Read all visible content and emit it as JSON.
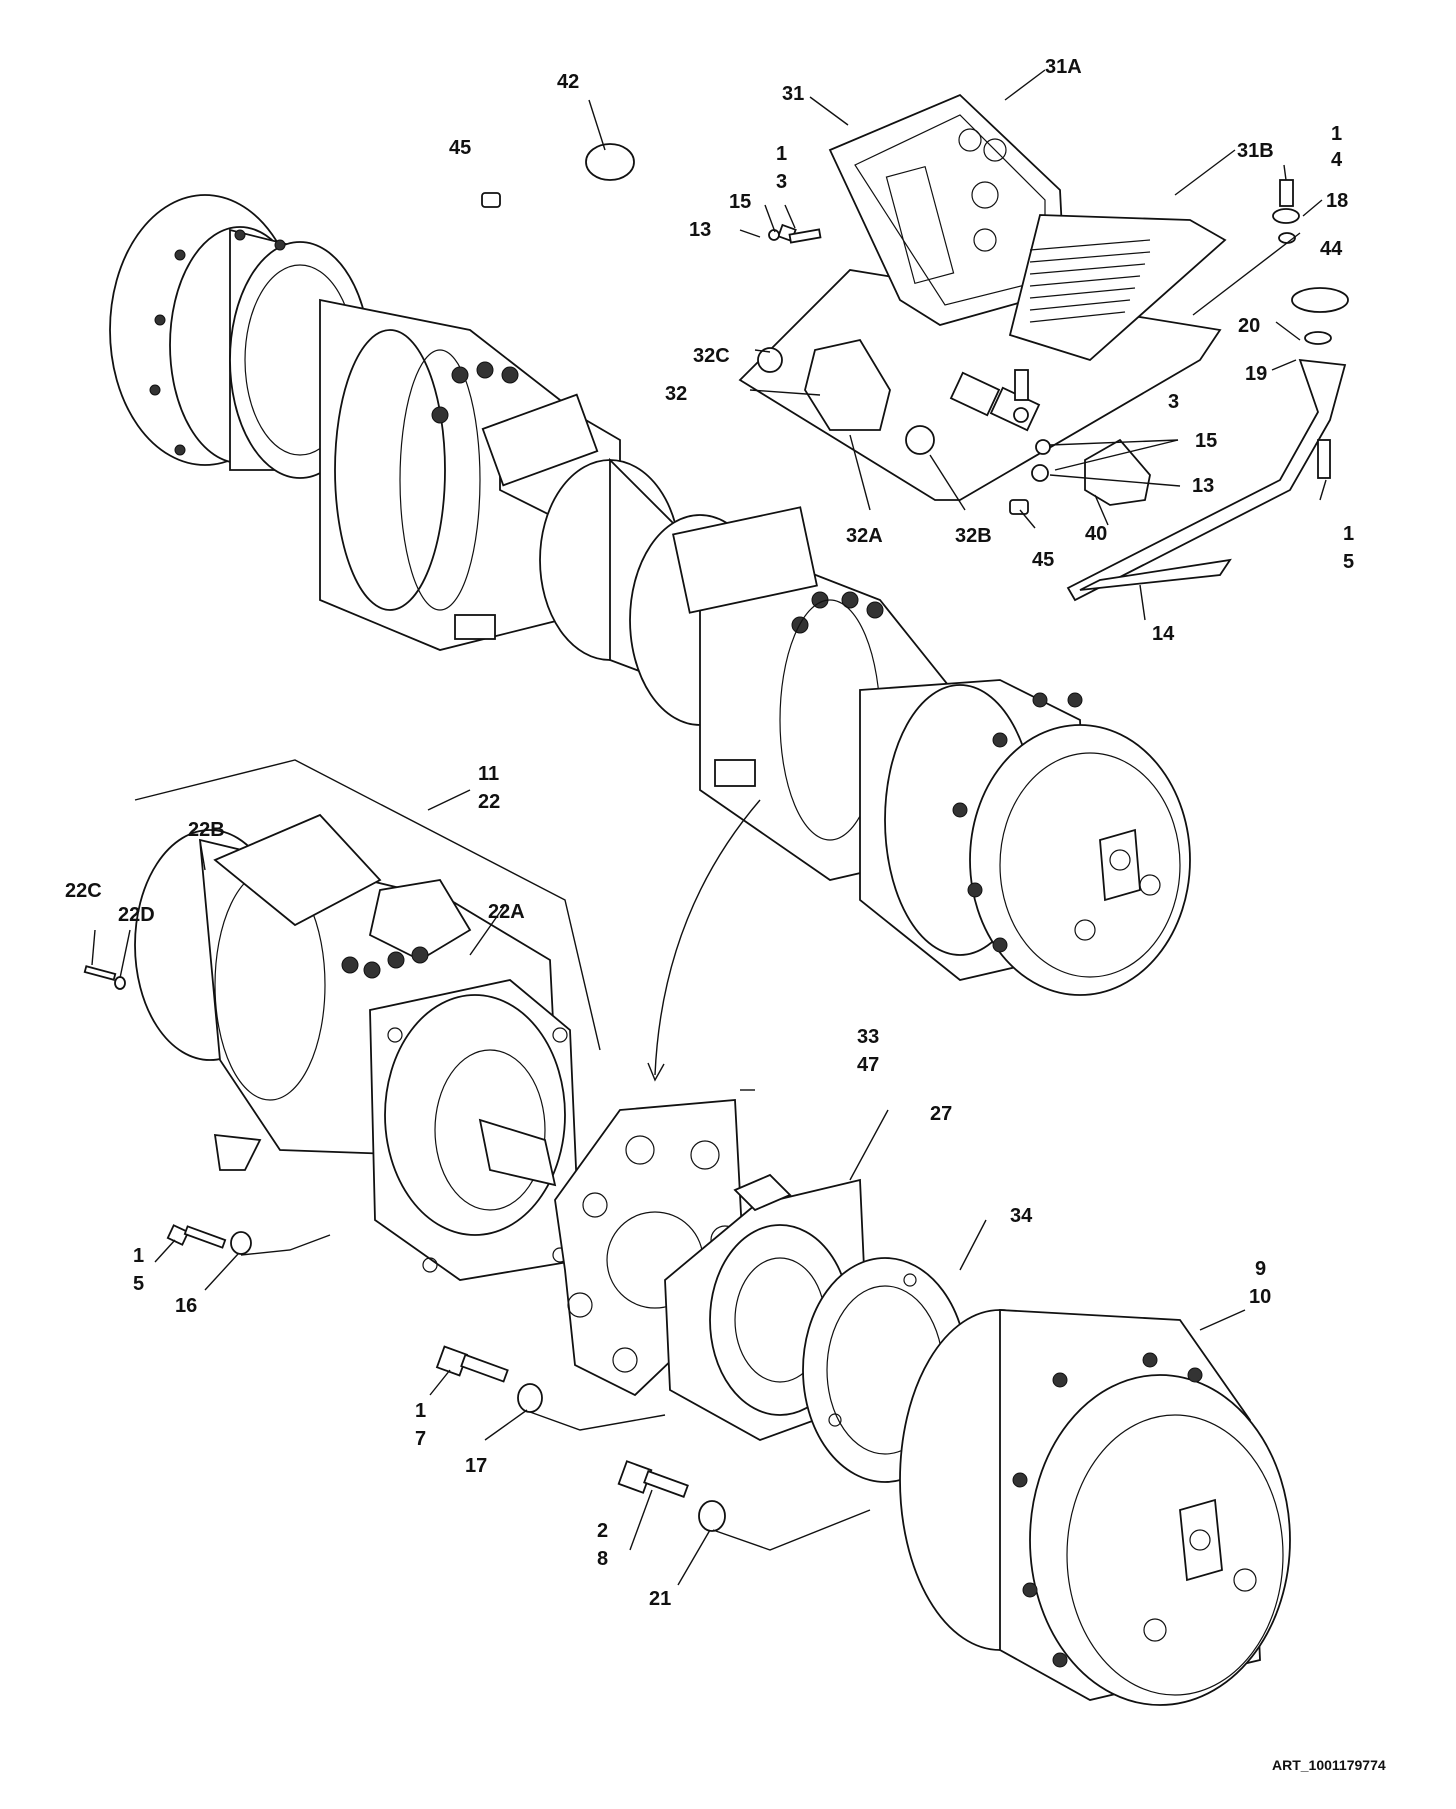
{
  "art_id": "ART_1001179774",
  "callouts": [
    {
      "id": "c42",
      "text": [
        "42"
      ]
    },
    {
      "id": "c45a",
      "text": [
        "45"
      ]
    },
    {
      "id": "c31",
      "text": [
        "31"
      ]
    },
    {
      "id": "c31a",
      "text": [
        "31A"
      ]
    },
    {
      "id": "c31b",
      "text": [
        "31B"
      ]
    },
    {
      "id": "c13a",
      "text": [
        "13"
      ]
    },
    {
      "id": "c15a",
      "text": [
        "15"
      ]
    },
    {
      "id": "c1_3a",
      "text": [
        "1",
        "3"
      ]
    },
    {
      "id": "c1_4",
      "text": [
        "1",
        "4"
      ]
    },
    {
      "id": "c18",
      "text": [
        "18"
      ]
    },
    {
      "id": "c44",
      "text": [
        "44"
      ]
    },
    {
      "id": "c20",
      "text": [
        "20"
      ]
    },
    {
      "id": "c19",
      "text": [
        "19"
      ]
    },
    {
      "id": "c32c",
      "text": [
        "32C"
      ]
    },
    {
      "id": "c32",
      "text": [
        "32"
      ]
    },
    {
      "id": "c32a",
      "text": [
        "32A"
      ]
    },
    {
      "id": "c32b",
      "text": [
        "32B"
      ]
    },
    {
      "id": "c45b",
      "text": [
        "45"
      ]
    },
    {
      "id": "c3b",
      "text": [
        "3"
      ]
    },
    {
      "id": "c15b",
      "text": [
        "15"
      ]
    },
    {
      "id": "c13b",
      "text": [
        "13"
      ]
    },
    {
      "id": "c40",
      "text": [
        "40"
      ]
    },
    {
      "id": "c1_5a",
      "text": [
        "1",
        "5"
      ]
    },
    {
      "id": "c14",
      "text": [
        "14"
      ]
    },
    {
      "id": "c11_22",
      "text": [
        "11",
        "22"
      ]
    },
    {
      "id": "c22b",
      "text": [
        "22B"
      ]
    },
    {
      "id": "c22c",
      "text": [
        "22C"
      ]
    },
    {
      "id": "c22d",
      "text": [
        "22D"
      ]
    },
    {
      "id": "c22a",
      "text": [
        "22A"
      ]
    },
    {
      "id": "c33_47",
      "text": [
        "33",
        "47"
      ]
    },
    {
      "id": "c27",
      "text": [
        "27"
      ]
    },
    {
      "id": "c34",
      "text": [
        "34"
      ]
    },
    {
      "id": "c9_10",
      "text": [
        "9",
        "10"
      ]
    },
    {
      "id": "c1_5b",
      "text": [
        "1",
        "5"
      ]
    },
    {
      "id": "c16",
      "text": [
        "16"
      ]
    },
    {
      "id": "c1_7",
      "text": [
        "1",
        "7"
      ]
    },
    {
      "id": "c17",
      "text": [
        "17"
      ]
    },
    {
      "id": "c2_8",
      "text": [
        "2",
        "8"
      ]
    },
    {
      "id": "c21",
      "text": [
        "21"
      ]
    }
  ]
}
